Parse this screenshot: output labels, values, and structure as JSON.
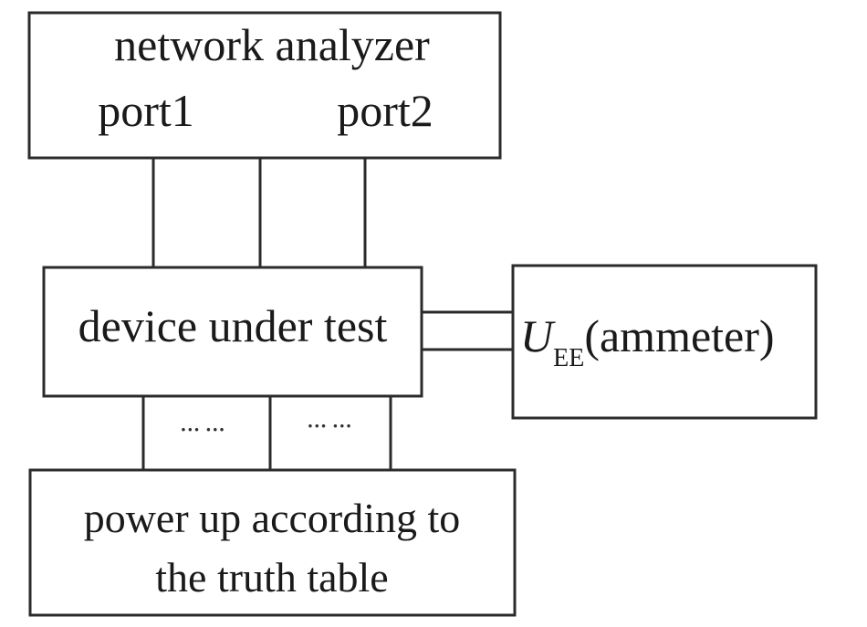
{
  "analyzer": {
    "title": "network analyzer",
    "port1": "port1",
    "port2": "port2"
  },
  "dut": {
    "label": "device under test"
  },
  "meter": {
    "symbol": "U",
    "subscript": "EE",
    "text": "(ammeter)"
  },
  "power": {
    "line1": "power up according to",
    "line2": "the truth table"
  },
  "bus": {
    "left_dots": "··· ···",
    "right_dots": "··· ···"
  }
}
